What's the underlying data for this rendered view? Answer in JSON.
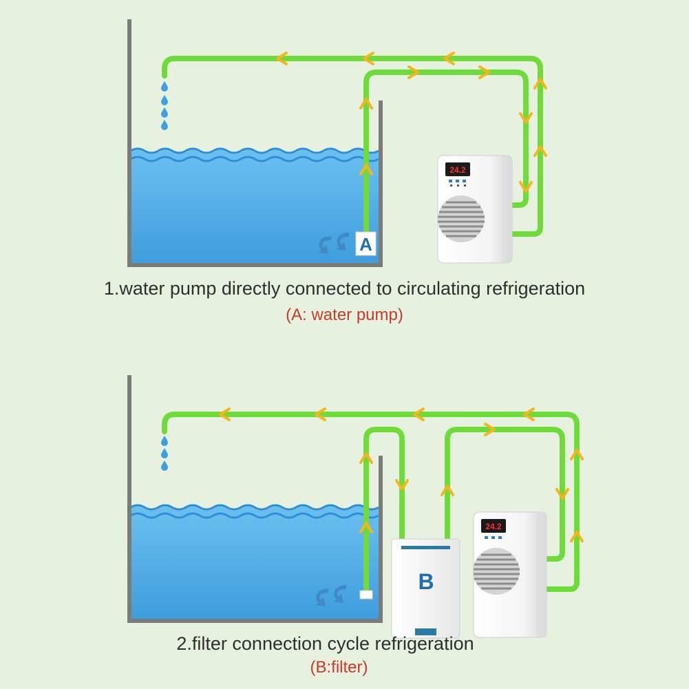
{
  "diagram1": {
    "pump_label": "A",
    "title": "1.water pump directly connected to circulating refrigeration",
    "subtitle": "(A:  water pump)"
  },
  "diagram2": {
    "filter_label": "B",
    "title": "2.filter connection cycle refrigeration",
    "subtitle": "(B:filter)"
  },
  "chiller_display": "24.2",
  "colors": {
    "background": "#e6f2df",
    "water": "#5ab2e8",
    "water_surface": "#2f8fd6",
    "pipe": "#6fdb3a",
    "flow_arrow": "#f5b51c",
    "tank_wall": "#7b7b7b",
    "unit_body": "#f7f7f7",
    "display_red": "#ff3030",
    "caption_main": "#2e2e2e",
    "caption_sub": "#c8392b"
  }
}
